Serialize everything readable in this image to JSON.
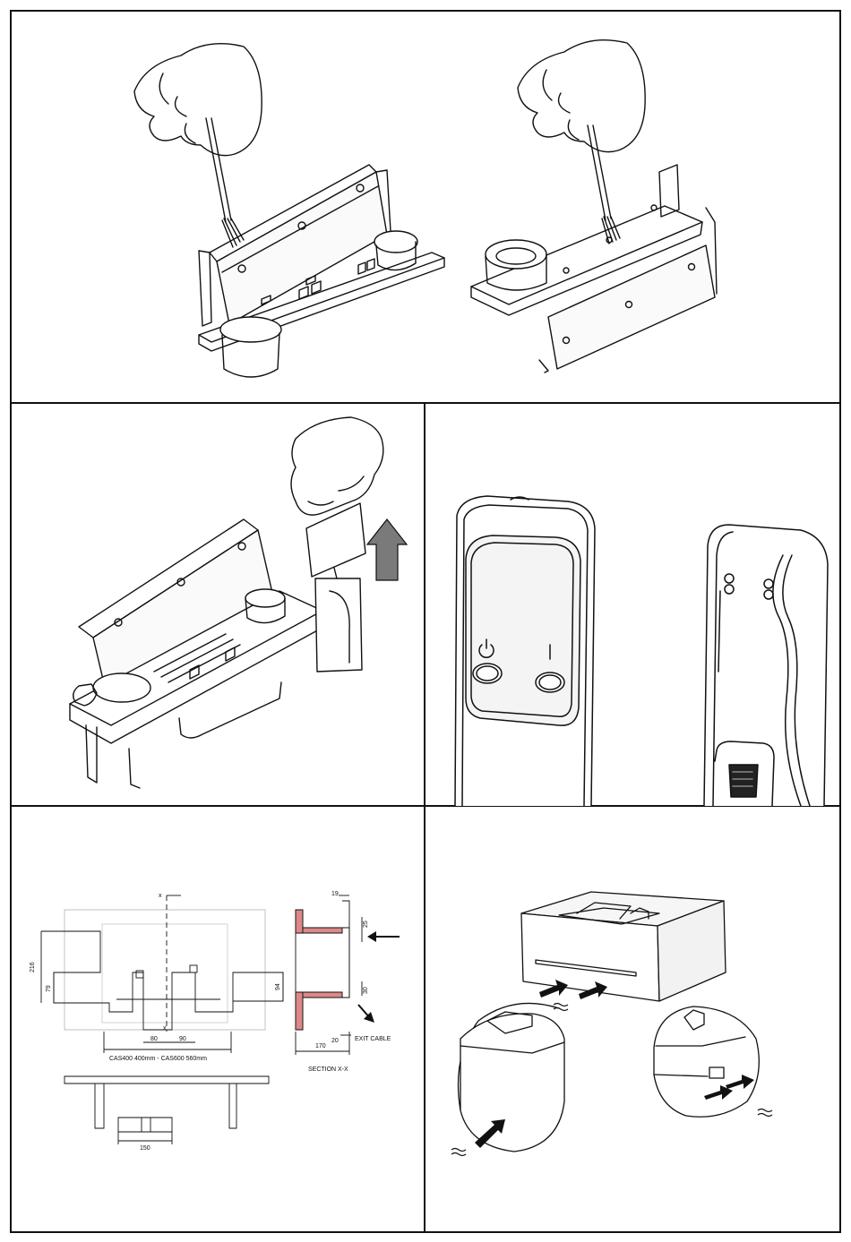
{
  "panels": {
    "top": {
      "illustrations": [
        "hand-brush-cleaning-open-unit-left",
        "hand-brush-cleaning-open-unit-right"
      ]
    },
    "middle_left": {
      "illustrations": [
        "hand-lifting-cartridge",
        "up-arrow-icon"
      ]
    },
    "middle_right": {
      "illustrations": [
        "remote-control-front",
        "remote-control-back"
      ]
    },
    "bottom_left": {
      "dimensions": {
        "d216": "216",
        "d79": "79",
        "d94": "94",
        "d80": "80",
        "d90": "90",
        "d150": "150",
        "d19": "19",
        "d25": "25",
        "d30": "30",
        "d20": "20",
        "d170": "170",
        "x_top": "x",
        "x_bottom": "x",
        "cas_note": "CAS400 400mm - CAS600 560mm",
        "section_label": "SECTION  X-X",
        "exit_cable": "EXIT CABLE"
      }
    },
    "bottom_right": {
      "illustrations": [
        "airflow-vents-detail"
      ]
    }
  },
  "colors": {
    "frame": "#111111",
    "arrow_gray": "#7a7a7a",
    "light_fill": "#f4f4f4"
  }
}
